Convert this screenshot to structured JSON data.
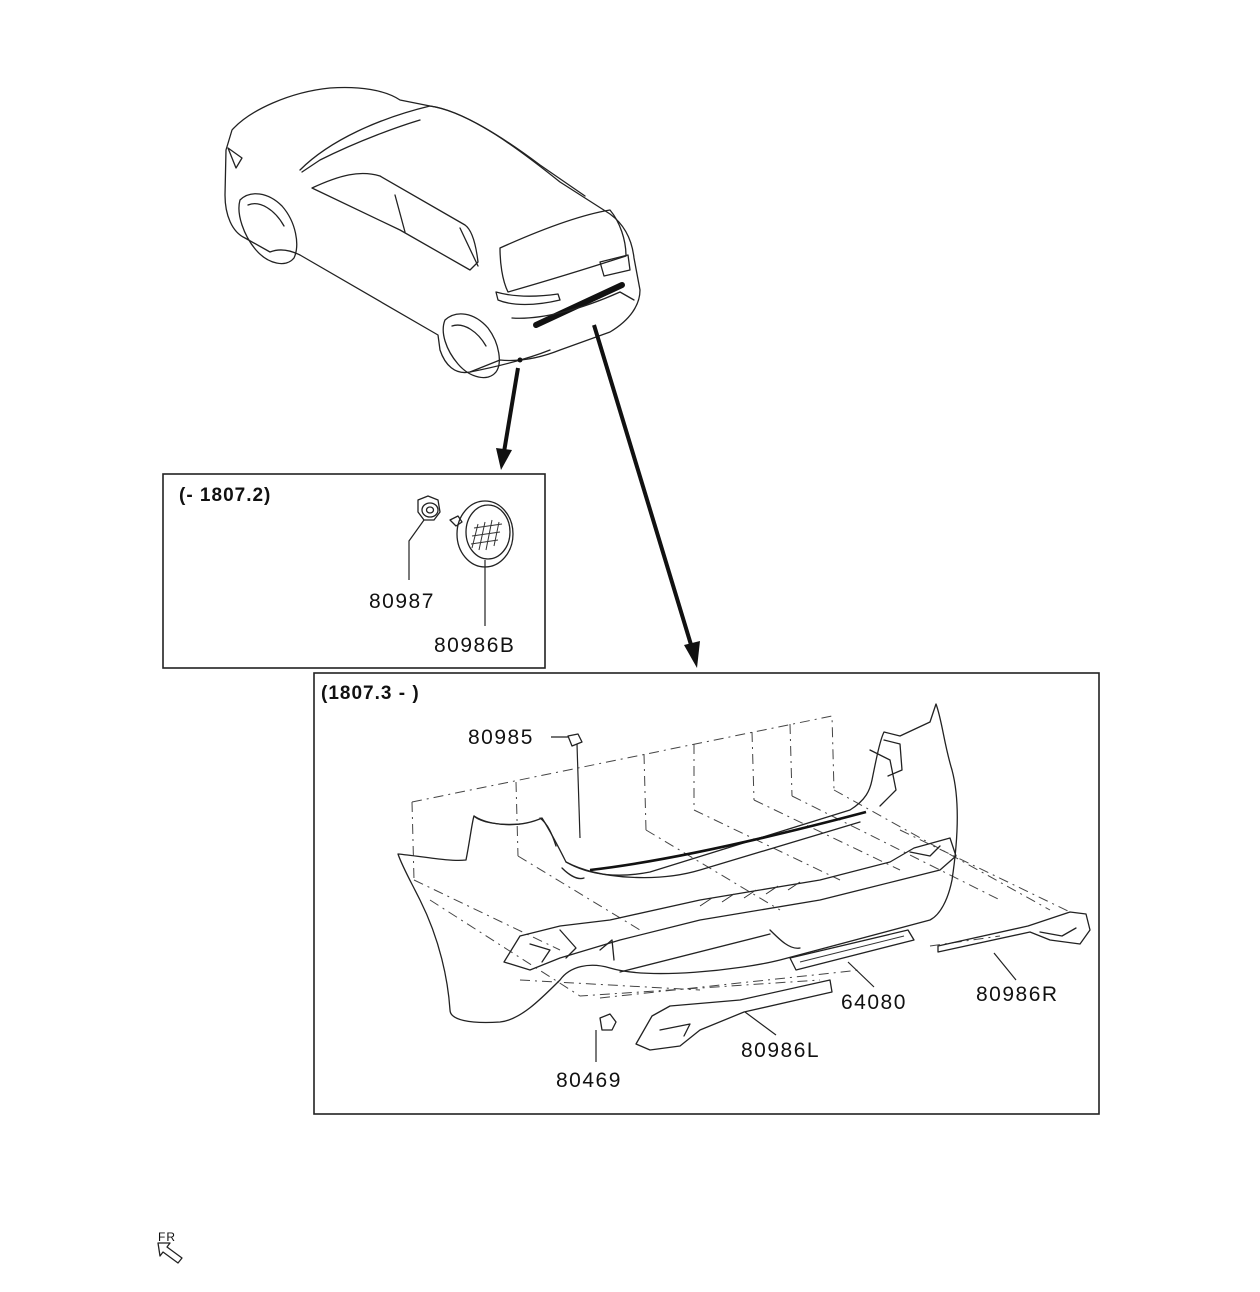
{
  "boxes": {
    "early": {
      "header": "(- 1807.2)"
    },
    "late": {
      "header": "(1807.3 - )"
    }
  },
  "parts": {
    "p80987": "80987",
    "p80986B": "80986B",
    "p80985": "80985",
    "p64080": "64080",
    "p80986R": "80986R",
    "p80986L": "80986L",
    "p80469": "80469"
  },
  "orientation": {
    "label": "FR"
  }
}
